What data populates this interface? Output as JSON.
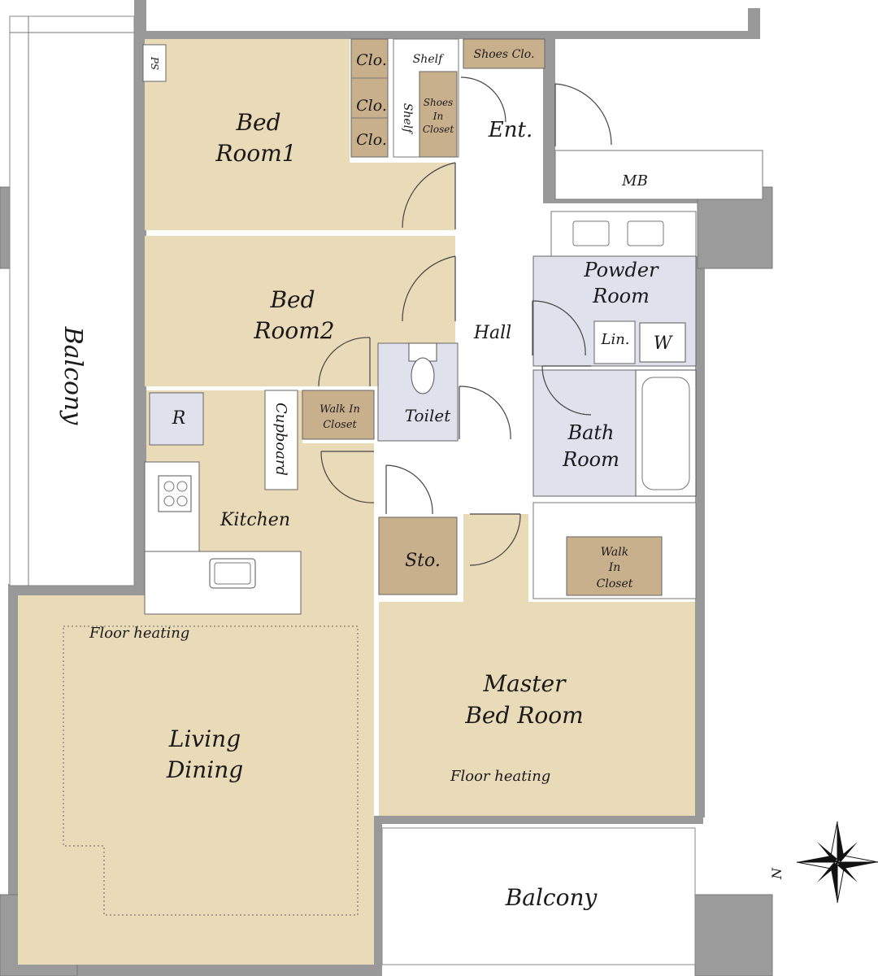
{
  "rooms": {
    "bedroom1": [
      "Bed",
      "Room1"
    ],
    "bedroom2": [
      "Bed",
      "Room2"
    ],
    "living": [
      "Living",
      "Dining"
    ],
    "master": [
      "Master",
      "Bed Room"
    ],
    "powder": [
      "Powder",
      "Room"
    ],
    "bath": [
      "Bath",
      "Room"
    ],
    "kitchen": "Kitchen",
    "hall": "Hall",
    "entrance": "Ent.",
    "toilet": "Toilet",
    "storage": "Sto.",
    "mb": "MB",
    "ps": "PS",
    "balcony_west": "Balcony",
    "balcony_south": "Balcony",
    "refrigerator": "R",
    "cupboard": "Cupboard",
    "linen": "Lin.",
    "washer": "W"
  },
  "closets": {
    "clo": [
      "Clo.",
      "Clo.",
      "Clo."
    ],
    "shelf_top": "Shelf",
    "shelf_side": "Shelf",
    "shoes_in_closet": [
      "Shoes",
      "In",
      "Closet"
    ],
    "shoes_clo": "Shoes Clo.",
    "walk_in_closet_bed2": [
      "Walk In",
      "Closet"
    ],
    "walk_in_closet_master": [
      "Walk",
      "In",
      "Closet"
    ]
  },
  "notes": {
    "floor_heating_living": "Floor heating",
    "floor_heating_master": "Floor heating"
  },
  "compass": {
    "label": "N"
  }
}
